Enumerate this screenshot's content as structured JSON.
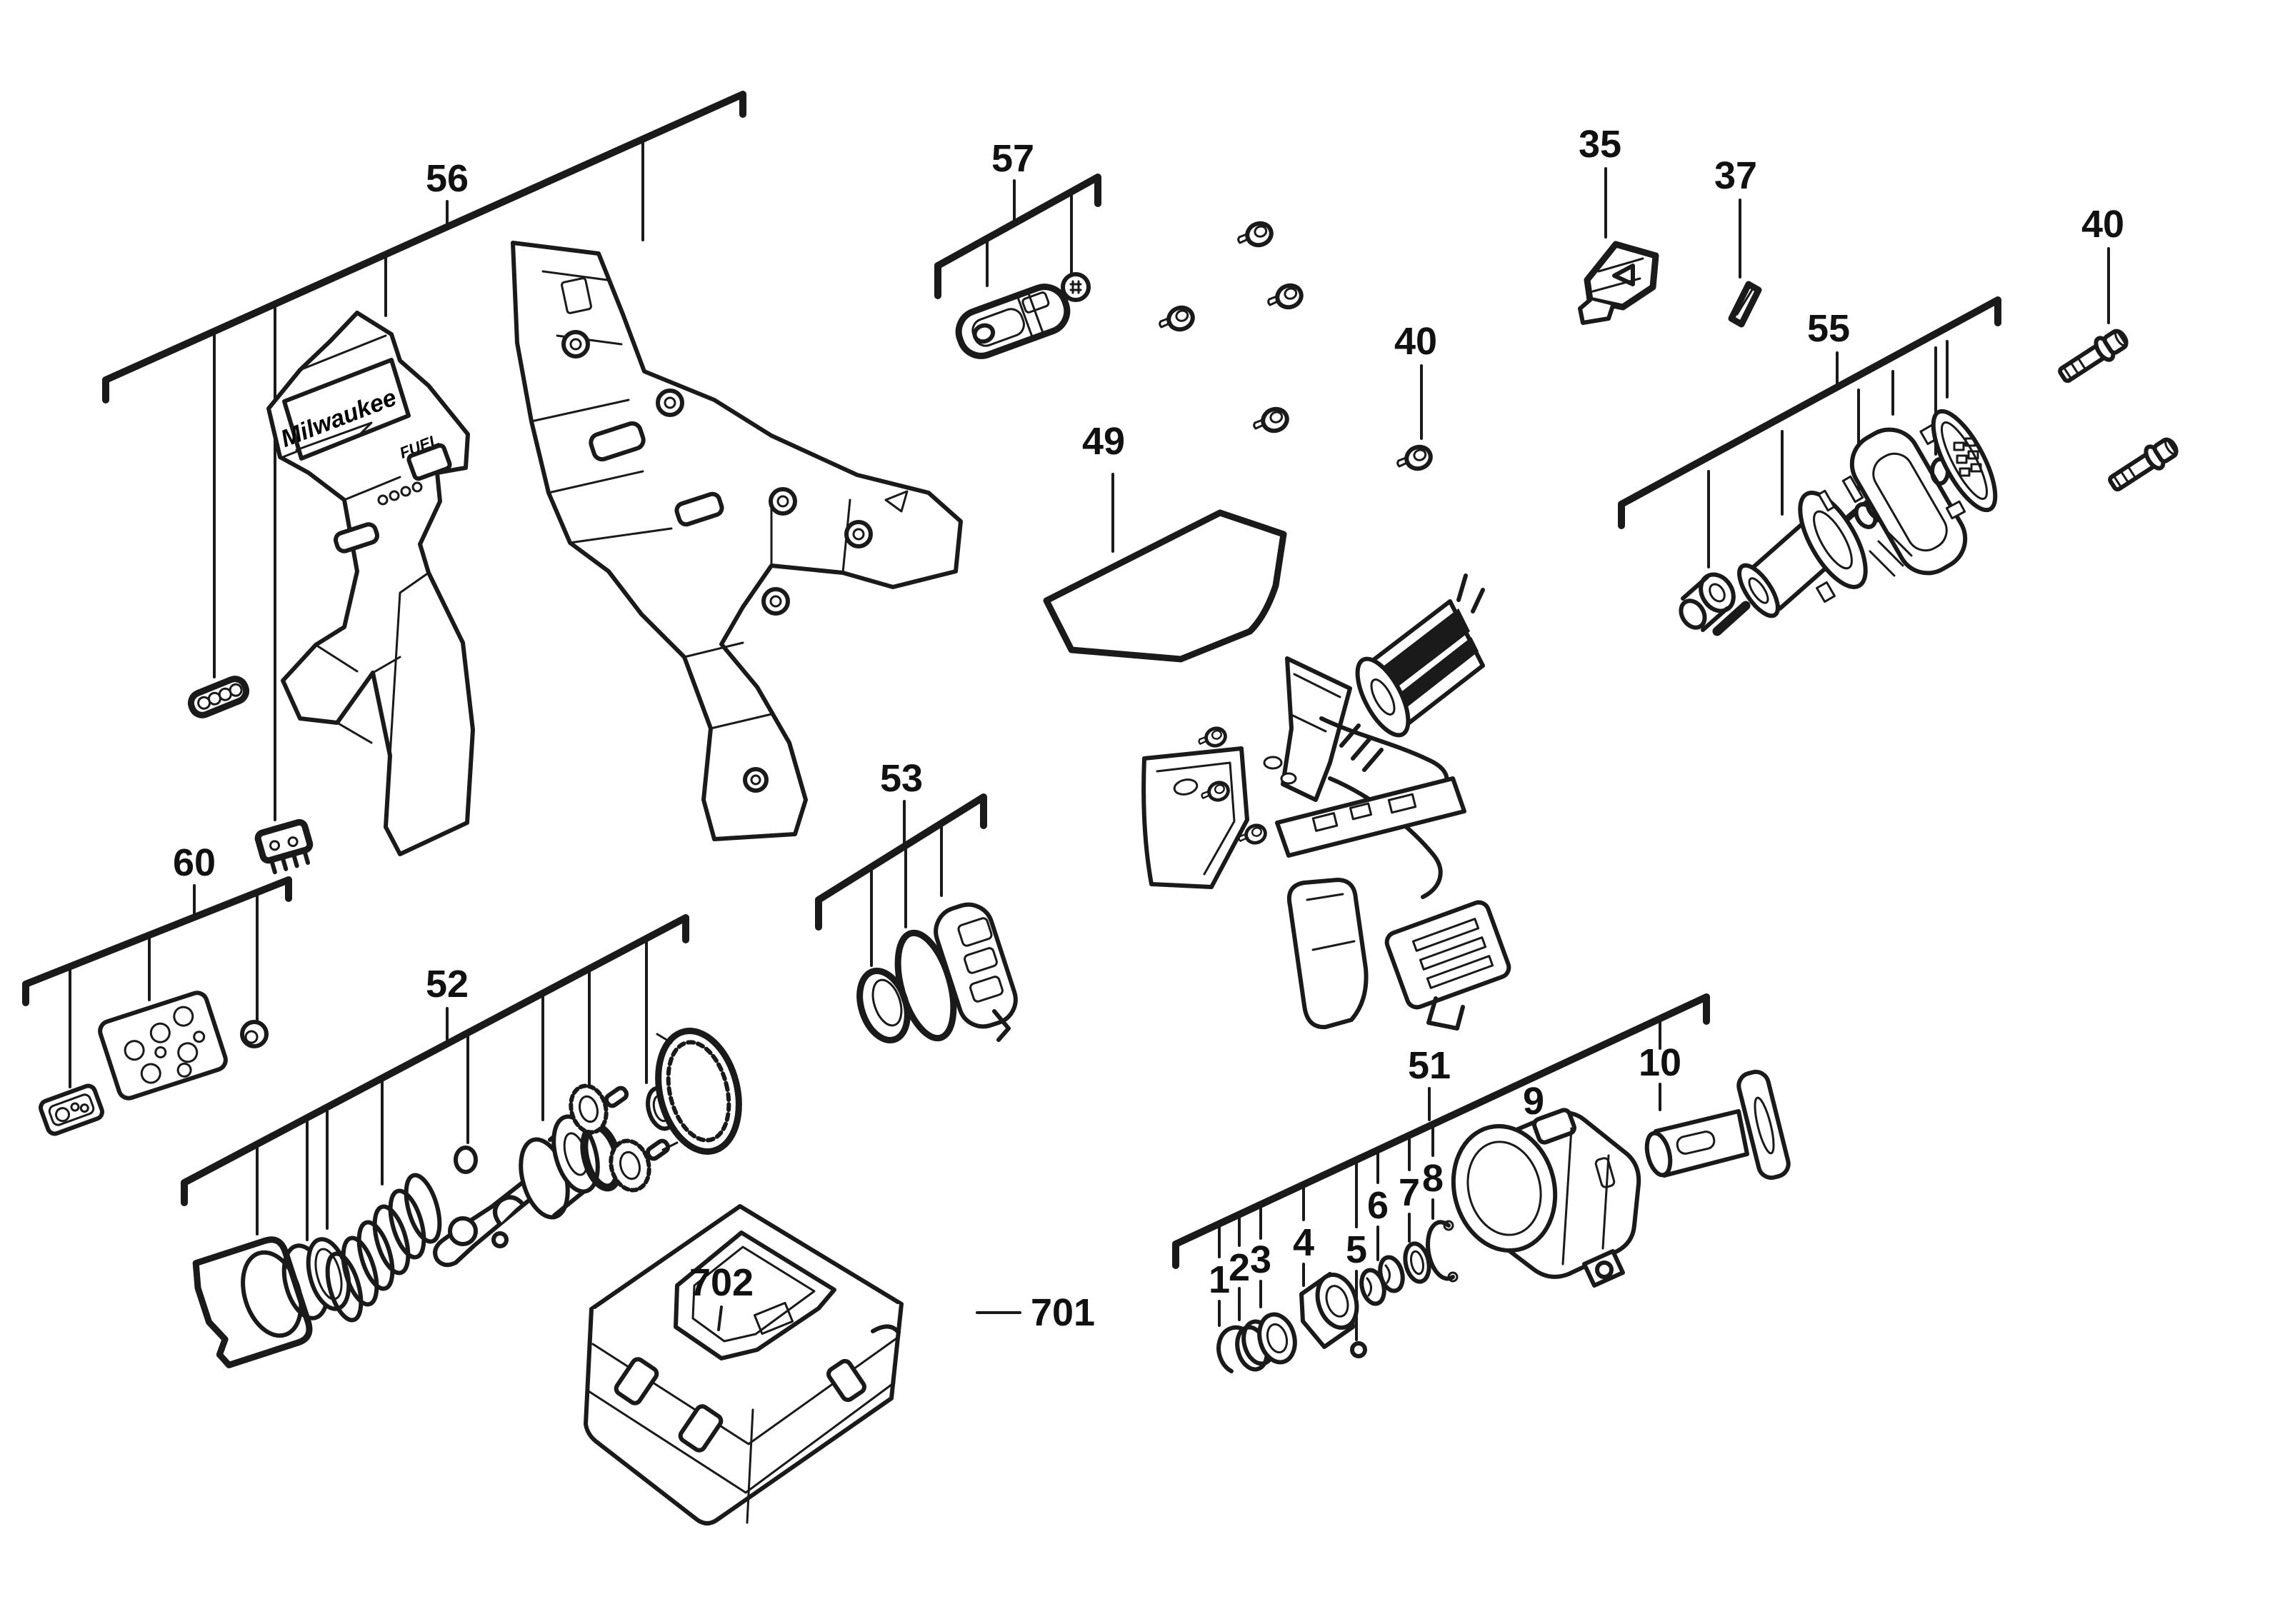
{
  "diagram": {
    "kind": "exploded-parts-diagram",
    "colors": {
      "line": "#1a1a1a",
      "background": "#ffffff"
    },
    "callouts": {
      "c56": "56",
      "c57": "57",
      "c35": "35",
      "c37": "37",
      "c40_top": "40",
      "c40_mid": "40",
      "c55": "55",
      "c49": "49",
      "c53": "53",
      "c60": "60",
      "c52": "52",
      "c51": "51",
      "c9": "9",
      "c10": "10",
      "c701": "701",
      "c702": "702",
      "n1": "1",
      "n2": "2",
      "n3": "3",
      "n4": "4",
      "n5": "5",
      "n6": "6",
      "n7": "7",
      "n8": "8"
    },
    "branding": {
      "logo_text": "Milwaukee",
      "model_text": "FUEL"
    }
  }
}
